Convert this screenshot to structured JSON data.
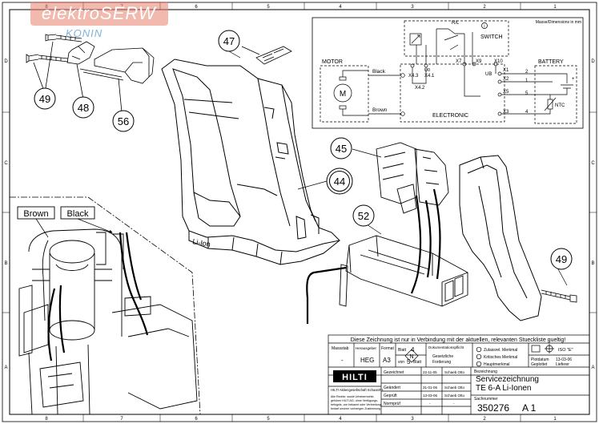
{
  "watermark": {
    "brand": "elektroSERW",
    "city": "KONIN"
  },
  "frame": {
    "top_cols": [
      "8",
      "7",
      "6",
      "5",
      "4",
      "3",
      "2",
      "1"
    ],
    "bottom_cols": [
      "8",
      "7",
      "6",
      "5",
      "4",
      "3",
      "2",
      "1"
    ],
    "left_rows": [
      "D",
      "C",
      "B",
      "A"
    ],
    "right_rows": [
      "D",
      "C",
      "B",
      "A"
    ]
  },
  "wiring": {
    "dimensions_note": "Masse/Dimensions in mm",
    "switch_label": "SWITCH",
    "rl_label": "R/L",
    "i_label": "I",
    "motor_label": "MOTOR",
    "motor_symbol": "M",
    "battery_label": "BATTERY",
    "electronic_label": "ELECTRONIC",
    "black_wire": "Black",
    "brown_wire": "Brown",
    "ntc_label": "NTC",
    "ub_label": "UB",
    "terms": {
      "x43": "X4.3",
      "x41": "X4.1",
      "x42": "X4.2",
      "x7": "X7",
      "x9": "X9",
      "x10": "X10",
      "x1": "X1",
      "x2": "X2",
      "x5": "X5",
      "x3": "X3",
      "u0": "U0"
    },
    "pins": [
      "2",
      "1",
      "5",
      "4"
    ]
  },
  "callouts": {
    "p47": "47",
    "p49a": "49",
    "p48": "48",
    "p56": "56",
    "p45": "45",
    "p44": "44",
    "p52": "52",
    "p49b": "49"
  },
  "housing_mark": "Li-Ion",
  "detail_labels": {
    "brown": "Brown",
    "black": "Black"
  },
  "title_block": {
    "notice": "Diese Zeichnung ist nur in Verbindung mit der aktuellen, relevanten Stueckliste gueltig!",
    "massstab_label": "Massstab",
    "massstab_value": "-",
    "herausgeber_label": "Herausgeber",
    "herausgeber_value": "HEG",
    "format_label": "Format",
    "format_value": "A3",
    "blatt_label": "Blatt",
    "blatt_value": "4",
    "von_label": "von",
    "von_value": "5",
    "blatt2_label": "Blatt",
    "dok_label": "Dokumentationspflicht",
    "dok_symbol": "N",
    "dok_text1": "Gesetzliche",
    "dok_text2": "Forderung",
    "check1": "Zulassrel. Merkmal",
    "check2": "Kritisches Merkmal",
    "check3": "Hauptmerkmal",
    "iso_label": "ISO \"E\"",
    "plotdatum_label": "Plotdatum",
    "plotdatum_value": "13-03-06",
    "geplottet_label": "Geplottet",
    "geplottet_value": "Lieferer",
    "company": "HILTI Aktiengesellschaft Schaan/FL",
    "rights": [
      "Alle Rechte, sowie Urheberrechte,",
      "gehören HILTI AG; ohne Verfügungs-",
      "befugnis, von bekannt oder Verbreitung",
      "bedarf unserer vorherigen Zustimmung"
    ],
    "rows": [
      {
        "label": "Gezeichnet",
        "date": "22-11-05",
        "name": "Schaeb Otto"
      },
      {
        "label": "Geändert",
        "date": "31-01-06",
        "name": "Schaeb Otto"
      },
      {
        "label": "Geprüft",
        "date": "13-03-06",
        "name": "Schaeb Otto"
      },
      {
        "label": "Normprüf",
        "date": "-",
        "name": "-"
      }
    ],
    "bezeichnung_label": "Bezeichnung",
    "title1": "Servicezeichnung",
    "title2": "TE 6-A Li-Ionen",
    "sachnummer_label": "Sachnummer",
    "sachnummer": "350276",
    "revision": "A 1",
    "logo": "HILTI"
  }
}
